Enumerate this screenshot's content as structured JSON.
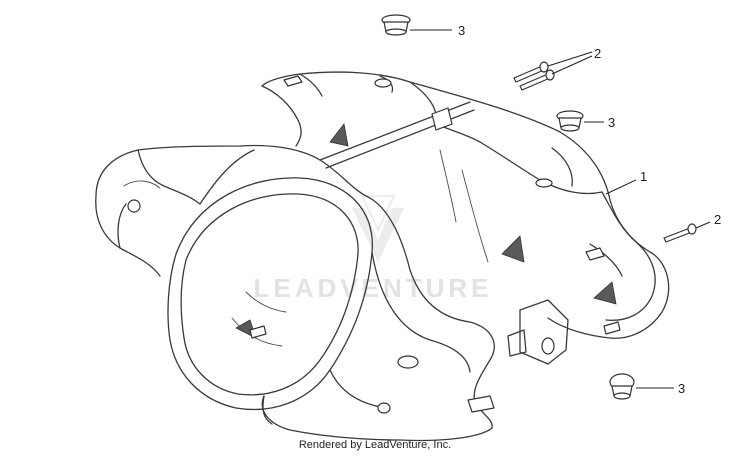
{
  "diagram": {
    "callouts": {
      "part_1": "1",
      "part_2_top": "2",
      "part_2_right": "2",
      "part_3_top": "3",
      "part_3_middle": "3",
      "part_3_bottom": "3"
    },
    "watermark": "LEADVENTURE",
    "credit": "Rendered by LeadVenture, Inc."
  }
}
